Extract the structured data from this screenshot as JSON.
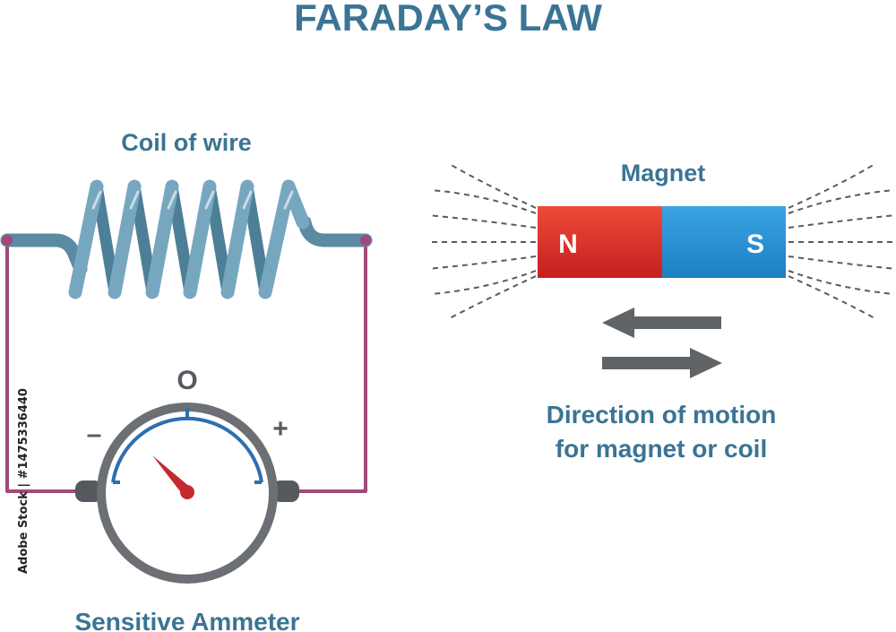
{
  "diagram": {
    "title": "FARADAY’S LAW",
    "coil_label": "Coil of wire",
    "magnet_label": "Magnet",
    "north_pole": "N",
    "south_pole": "S",
    "motion_label_line1": "Direction of motion",
    "motion_label_line2": "for magnet or coil",
    "ammeter_label": "Sensitive Ammeter",
    "ammeter_zero": "O",
    "ammeter_minus": "–",
    "ammeter_plus": "+",
    "credit": "Adobe Stock | #1475336440"
  },
  "colors": {
    "title_text": "#3b7494",
    "coil": "#6f9fb6",
    "wire": "#a1497a",
    "north": "#d92b25",
    "south": "#2b93d4",
    "arrow": "#616467",
    "gauge_ring": "#6c6f73",
    "scale": "#2d6fb0",
    "needle": "#c6282f"
  }
}
